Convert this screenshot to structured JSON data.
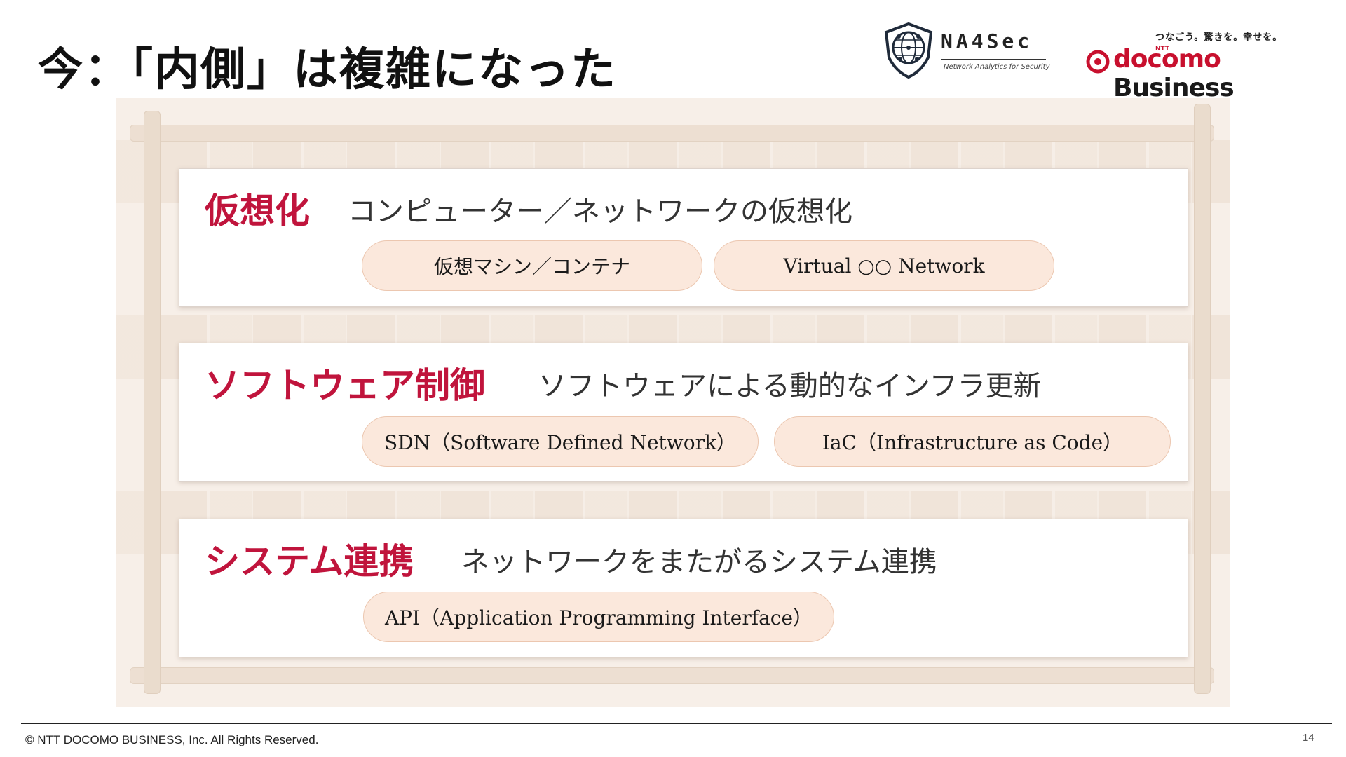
{
  "slide": {
    "title": "今：「内側」は複雑になった",
    "page_number": "14",
    "copyright": "© NTT DOCOMO BUSINESS, Inc. All Rights Reserved."
  },
  "logos": {
    "na4sec": {
      "name": "NA4Sec",
      "subtitle": "Network Analytics for Security",
      "icon": "globe-shield-icon"
    },
    "docomo": {
      "tagline": "つなごう。驚きを。幸せを。",
      "ntt": "NTT",
      "brand": "docomo",
      "business": "Business",
      "brand_color": "#c8102e"
    }
  },
  "accent_color": "#c0143c",
  "sections": [
    {
      "heading": "仮想化",
      "description": "コンピューター／ネットワークの仮想化",
      "pills": [
        "仮想マシン／コンテナ",
        "Virtual ○○ Network"
      ]
    },
    {
      "heading": "ソフトウェア制御",
      "description": "ソフトウェアによる動的なインフラ更新",
      "pills": [
        "SDN（Software Defined Network）",
        "IaC（Infrastructure as Code）"
      ]
    },
    {
      "heading": "システム連携",
      "description": "ネットワークをまたがるシステム連携",
      "pills": [
        "API（Application Programming Interface）"
      ]
    }
  ]
}
